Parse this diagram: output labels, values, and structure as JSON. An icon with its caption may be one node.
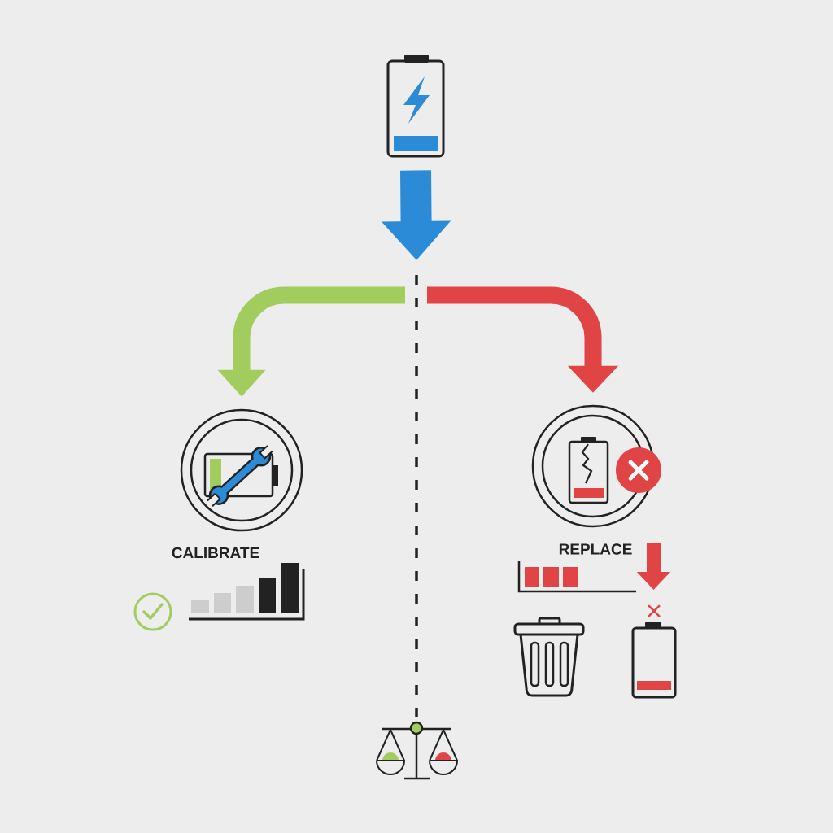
{
  "diagram": {
    "nodes": [
      {
        "text": [],
        "shape": "picture"
      },
      {
        "text": [
          "CALIBRATE"
        ]
      },
      {
        "text": [
          "REPLACE"
        ]
      },
      {
        "text": [],
        "shape": "picture"
      }
    ],
    "edges": [
      {
        "from": 0,
        "to": null,
        "arrow": "to",
        "style": "thick",
        "color": "#2b8bd6"
      },
      {
        "from": null,
        "to": 1,
        "arrow": "to",
        "color": "#a3cc5f"
      },
      {
        "from": null,
        "to": 2,
        "arrow": "to",
        "color": "#e04444"
      },
      {
        "from": null,
        "to": 3,
        "arrow": "none",
        "style": "dashed",
        "color": "#222222"
      }
    ]
  }
}
